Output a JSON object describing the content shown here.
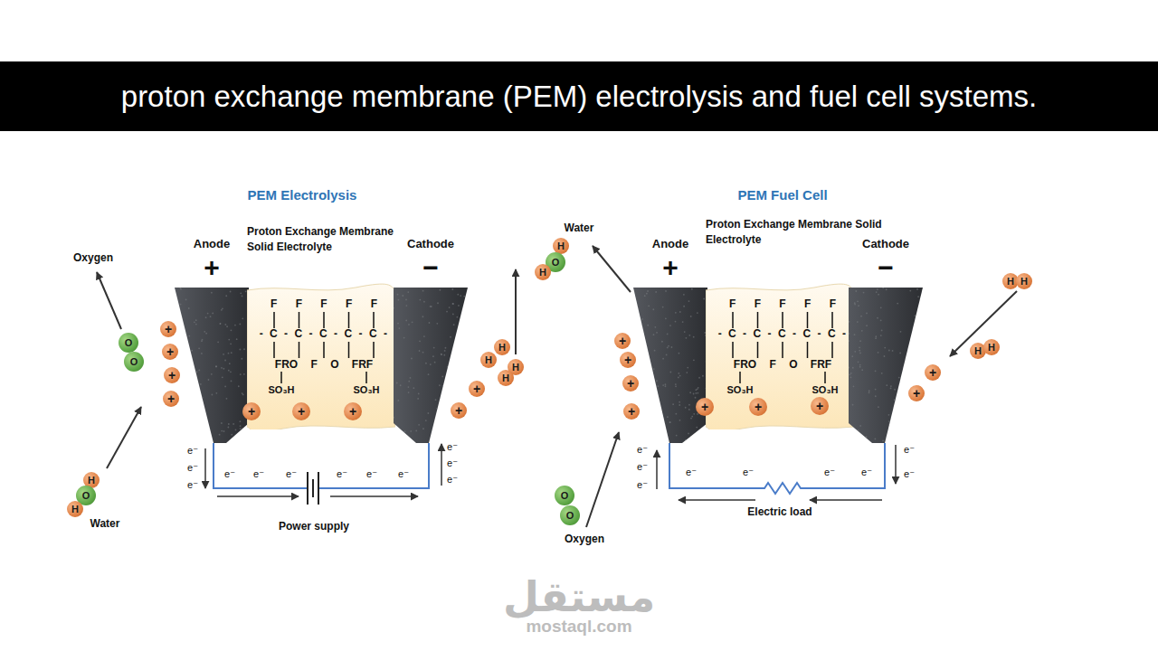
{
  "diagram": {
    "title": "proton exchange membrane (PEM) electrolysis and fuel cell systems.",
    "nodes": [
      {
        "text": [
          "Anode",
          "+"
        ]
      },
      {
        "text": [
          "Proton Exchange Membrane Solid Electrolyte"
        ]
      },
      {
        "text": [
          "Cathode",
          "−"
        ]
      },
      {
        "text": [
          "O"
        ]
      },
      {
        "text": [
          "O"
        ]
      },
      {
        "text": [
          "+"
        ]
      },
      {
        "text": [
          "+"
        ]
      },
      {
        "text": [
          "+"
        ]
      },
      {
        "text": [
          "+"
        ]
      },
      {
        "text": [
          "+"
        ],
        "in": 1
      },
      {
        "text": [
          "+"
        ],
        "in": 1
      },
      {
        "text": [
          "+"
        ],
        "in": 1
      },
      {
        "text": [
          "+"
        ]
      },
      {
        "text": [
          "+"
        ]
      },
      {
        "text": [
          "H"
        ]
      },
      {
        "text": [
          "H"
        ]
      },
      {
        "text": [
          "H"
        ]
      },
      {
        "text": [
          "H"
        ]
      },
      {
        "text": [
          "H"
        ]
      },
      {
        "text": [
          "O"
        ]
      },
      {
        "text": [
          "H"
        ]
      },
      {
        "text": [
          "Anode",
          "+"
        ]
      },
      {
        "text": [
          "Proton Exchange Membrane Solid Electrolyte"
        ]
      },
      {
        "text": [
          "Cathode",
          "−"
        ]
      },
      {
        "text": [
          "H"
        ]
      },
      {
        "text": [
          "O"
        ]
      },
      {
        "text": [
          "H"
        ]
      },
      {
        "text": [
          "+"
        ]
      },
      {
        "text": [
          "+"
        ]
      },
      {
        "text": [
          "+"
        ]
      },
      {
        "text": [
          "+"
        ]
      },
      {
        "text": [
          "+"
        ],
        "in": 22
      },
      {
        "text": [
          "+"
        ],
        "in": 22
      },
      {
        "text": [
          "+"
        ],
        "in": 22
      },
      {
        "text": [
          "H"
        ]
      },
      {
        "text": [
          "H"
        ]
      },
      {
        "text": [
          "+"
        ]
      },
      {
        "text": [
          "+"
        ]
      },
      {
        "text": [
          "H"
        ]
      },
      {
        "text": [
          "H"
        ]
      },
      {
        "text": [
          "O"
        ]
      },
      {
        "text": [
          "O"
        ]
      }
    ],
    "edges": [
      {
        "from": 9,
        "to": 10,
        "arrow": "to"
      },
      {
        "from": 10,
        "to": 11,
        "arrow": "to"
      },
      {
        "from": 11,
        "to": 2,
        "arrow": "to"
      },
      {
        "from": 23,
        "to": 33,
        "arrow": "to"
      },
      {
        "from": 33,
        "to": 32,
        "arrow": "to"
      },
      {
        "from": 32,
        "to": 31,
        "arrow": "to"
      }
    ],
    "labels": [
      "PEM Electrolysis",
      "Oxygen",
      "Water",
      "e⁻",
      "e⁻",
      "e⁻",
      "e⁻",
      "e⁻",
      "e⁻",
      "e⁻",
      "e⁻",
      "e⁻",
      "e⁻",
      "e⁻",
      "e⁻",
      "Power supply",
      "F F F F F",
      "-C-C-C-C-C-",
      "FRO F O FRF",
      "SO₃H",
      "SO₃H",
      "PEM Fuel Cell",
      "Water",
      "Oxygen",
      "e⁻",
      "e⁻",
      "e⁻",
      "e⁻",
      "e⁻",
      "e⁻",
      "e⁻",
      "e⁻",
      "e⁻",
      "Electric load",
      "F F F F F",
      "-C-C-C-C-C-",
      "FRO F O FRF",
      "SO₃H",
      "SO₃H",
      "مستقل",
      "mostaql.com"
    ]
  }
}
